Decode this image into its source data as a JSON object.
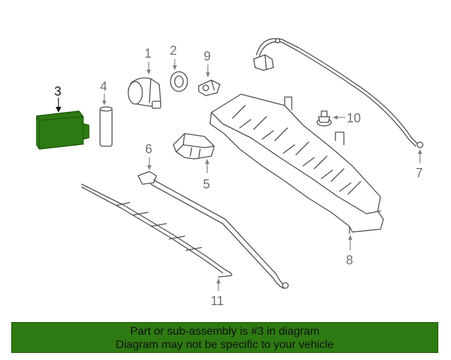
{
  "callouts": [
    {
      "id": "1",
      "label": "1"
    },
    {
      "id": "2",
      "label": "2"
    },
    {
      "id": "3",
      "label": "3"
    },
    {
      "id": "4",
      "label": "4"
    },
    {
      "id": "5",
      "label": "5"
    },
    {
      "id": "6",
      "label": "6"
    },
    {
      "id": "7",
      "label": "7"
    },
    {
      "id": "8",
      "label": "8"
    },
    {
      "id": "9",
      "label": "9"
    },
    {
      "id": "10",
      "label": "10"
    },
    {
      "id": "11",
      "label": "11"
    }
  ],
  "highlighted_part": "3",
  "colors": {
    "highlight_fill": "#2d7a12",
    "highlight_dark": "#1e5a0a",
    "banner_bg": "#2d7a12",
    "line_art": "#4a4a4a",
    "callout_text": "#707070"
  },
  "banner": {
    "line1": "Part or sub-assembly is #3 in diagram",
    "line2": "Diagram may not be specific to your vehicle"
  }
}
